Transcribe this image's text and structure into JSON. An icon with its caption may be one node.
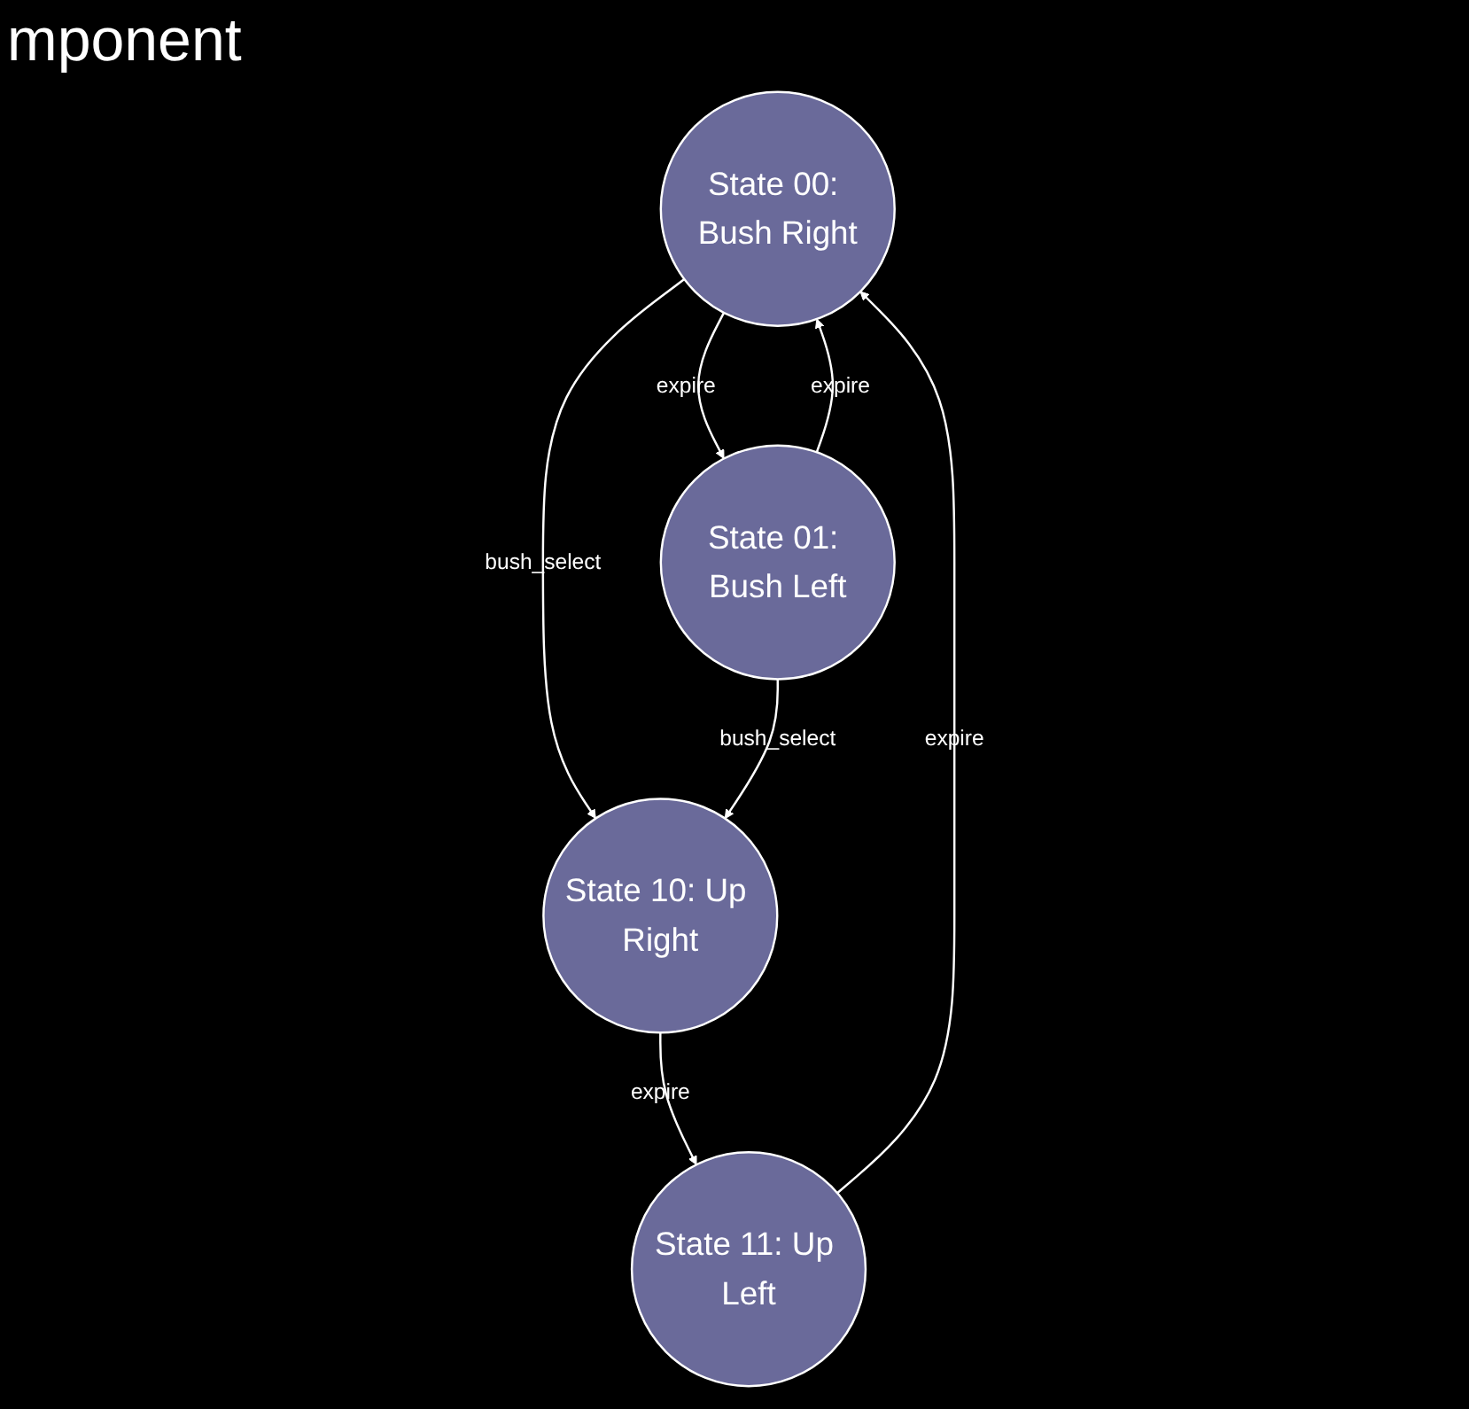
{
  "diagram": {
    "title": "mponent",
    "nodes": [
      {
        "text": [
          "State 00: Bush Right"
        ]
      },
      {
        "text": [
          "State 01: Bush Left"
        ]
      },
      {
        "text": [
          "State 11: Up Left"
        ]
      },
      {
        "text": [
          "State 10: Up Right"
        ]
      }
    ],
    "edges": [
      {
        "from": 0,
        "to": 1,
        "arrow": "to",
        "label": "expire"
      },
      {
        "from": 1,
        "to": 0,
        "arrow": "to",
        "label": "expire"
      },
      {
        "from": 0,
        "to": 3,
        "arrow": "to",
        "label": "bush_select"
      },
      {
        "from": 1,
        "to": 3,
        "arrow": "to",
        "label": "bush_select"
      },
      {
        "from": 3,
        "to": 2,
        "arrow": "to",
        "label": "expire"
      },
      {
        "from": 2,
        "to": 0,
        "arrow": "to",
        "label": "expire"
      }
    ]
  }
}
